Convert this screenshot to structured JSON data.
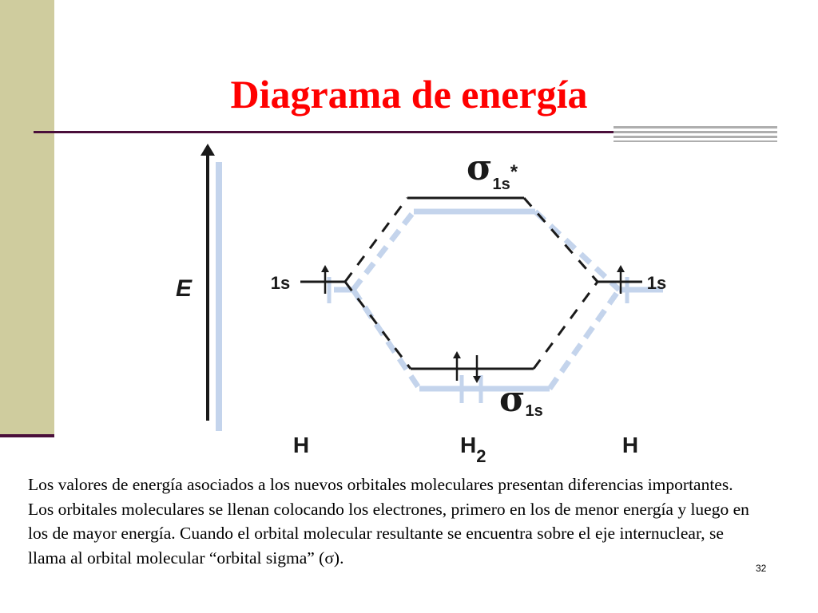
{
  "slide": {
    "title": "Diagrama de energía",
    "page_number": "32",
    "body_text": "Los valores de energía asociados a los nuevos orbitales moleculares presentan diferencias importantes. Los orbitales moleculares se llenan colocando los electrones, primero en los de menor energía y luego en los de mayor energía. Cuando el orbital molecular resultante se encuentra sobre el eje internuclear, se llama al orbital molecular “orbital sigma” (σ)."
  },
  "diagram": {
    "axis_label": "E",
    "left_orbital_label": "1s",
    "right_orbital_label": "1s",
    "antibonding_symbol": "σ",
    "antibonding_subscript": "1s",
    "antibonding_star": "*",
    "bonding_symbol": "σ",
    "bonding_subscript": "1s",
    "left_atom": "H",
    "molecule_symbol": "H",
    "molecule_subscript": "2",
    "right_atom": "H",
    "left_electrons": 1,
    "right_electrons": 1,
    "bonding_electrons": 2,
    "antibonding_electrons": 0
  },
  "colors": {
    "title": "#ff0000",
    "side_band": "#cfcc9e",
    "rule": "#4a0f3a",
    "shadow": "#c4d4ec",
    "ink": "#1a1a1a"
  }
}
